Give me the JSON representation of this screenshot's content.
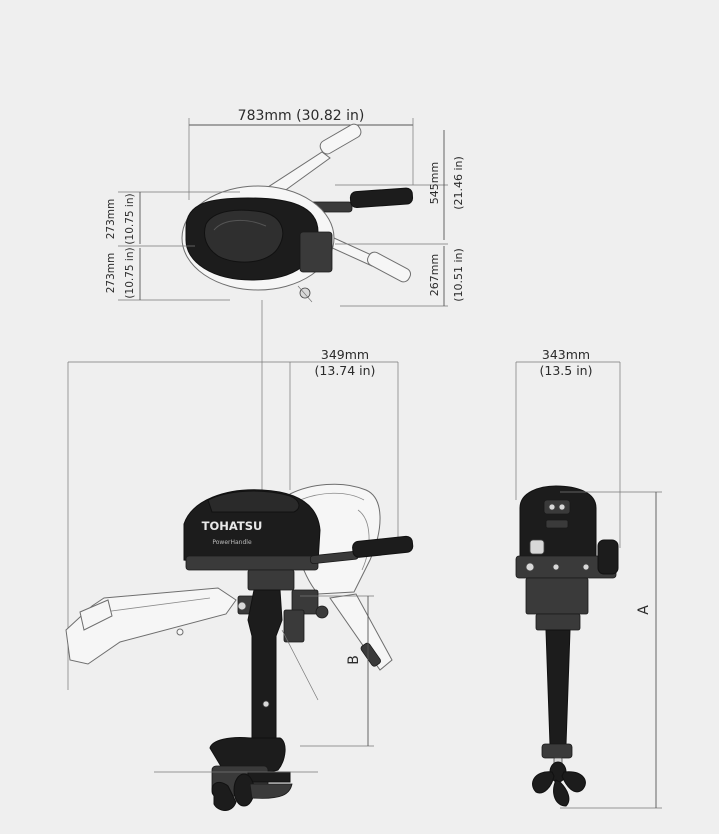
{
  "dimensions": {
    "top_width": "783mm (30.82 in)",
    "top_right_upper_mm": "545mm",
    "top_right_upper_in": "(21.46 in)",
    "top_right_lower_mm": "267mm",
    "top_right_lower_in": "(10.51 in)",
    "top_left_upper_mm": "273mm",
    "top_left_upper_in": "(10.75 in)",
    "top_left_lower_mm": "273mm",
    "top_left_lower_in": "(10.75 in)",
    "side_tilt_mm": "349mm",
    "side_tilt_in": "(13.74 in)",
    "rear_width_mm": "343mm",
    "rear_width_in": "(13.5 in)",
    "label_a": "A",
    "label_b": "B"
  },
  "brand": {
    "name": "TOHATSU",
    "sub": "PowerHandle"
  },
  "colors": {
    "background": "#efefef",
    "motor": "#1c1c1c",
    "outline": "#6e6e6e"
  }
}
